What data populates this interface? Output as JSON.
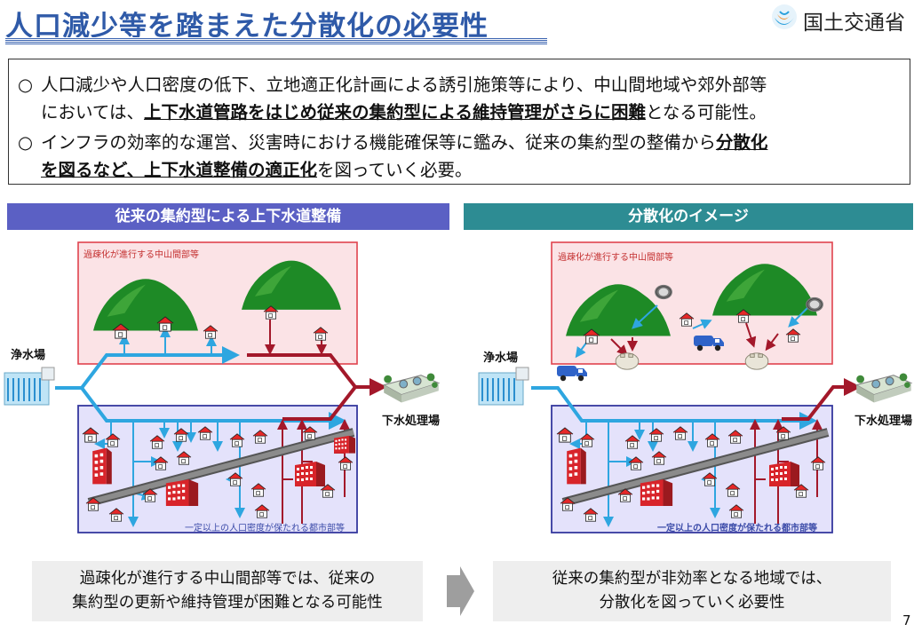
{
  "header": {
    "title": "人口減少等を踏まえた分散化の必要性",
    "organization": "国土交通省"
  },
  "summary": {
    "bullet_symbol": "○",
    "bullet1_line1": "人口減少や人口密度の低下、立地適正化計画による誘引施策等により、中山間地域や郊外部等",
    "bullet1_line2_pre": "においては、",
    "bullet1_line2_emph": "上下水道管路をはじめ従来の集約型による維持管理がさらに困難",
    "bullet1_line2_post": "となる可能性。",
    "bullet2_line1_pre": "インフラの効率的な運営、災害時における機能確保等に鑑み、従来の集約型の整備から",
    "bullet2_line1_emph": "分散化",
    "bullet2_line2_emph1": "を図るなど、上下水道整備の適正化",
    "bullet2_line2_post": "を図っていく必要。"
  },
  "left_panel": {
    "header": "従来の集約型による上下水道整備",
    "mountain_zone_label": "過疎化が進行する中山間部等",
    "urban_zone_label": "一定以上の人口密度が保たれる都市部等",
    "water_plant_label": "浄水場",
    "sewage_plant_label": "下水処理場"
  },
  "right_panel": {
    "header": "分散化のイメージ",
    "mountain_zone_label": "過疎化が進行する中山間部等",
    "urban_zone_label": "一定以上の人口密度が保たれる都市部等",
    "water_plant_label": "浄水場",
    "sewage_plant_label": "下水処理場"
  },
  "captions": {
    "left_line1": "過疎化が進行する中山間部等では、従来の",
    "left_line2": "集約型の更新や維持管理が困難となる可能性",
    "right_line1": "従来の集約型が非効率となる地域では、",
    "right_line2": "分散化を図っていく必要性"
  },
  "page_number": "7",
  "colors": {
    "title_blue": "#2f5aa8",
    "left_header": "#5b60c4",
    "right_header": "#2d8c93",
    "water_pipe": "#2ea6e0",
    "sewer_pipe": "#a3182a"
  }
}
